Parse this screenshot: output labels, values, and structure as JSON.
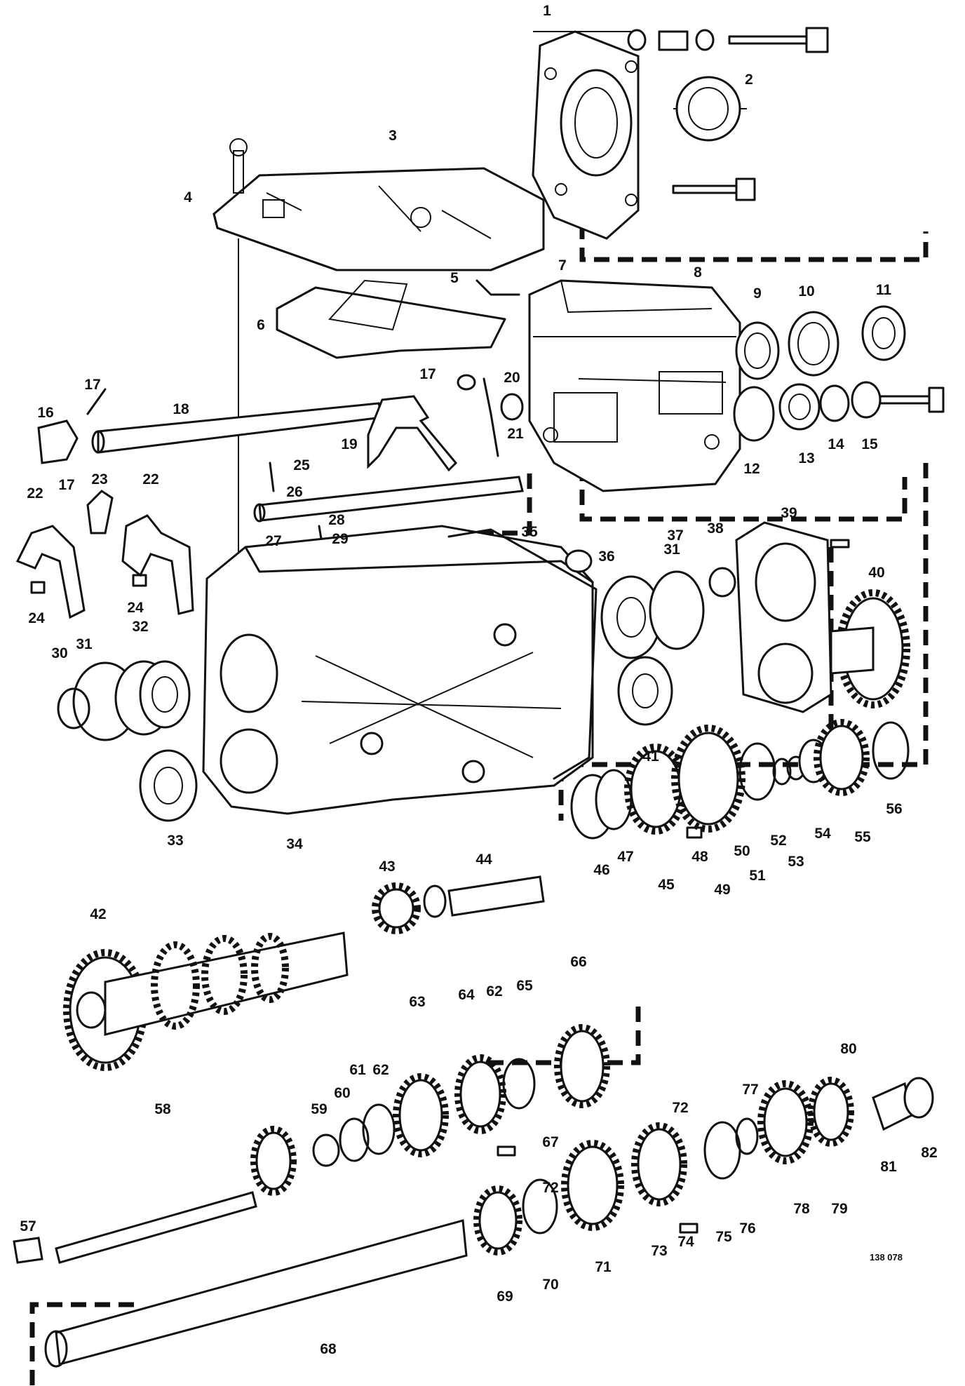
{
  "figure": {
    "reference_code": "138 078",
    "callouts": [
      {
        "id": "1",
        "label": "1"
      },
      {
        "id": "2",
        "label": "2"
      },
      {
        "id": "3",
        "label": "3"
      },
      {
        "id": "4",
        "label": "4"
      },
      {
        "id": "5",
        "label": "5"
      },
      {
        "id": "6",
        "label": "6"
      },
      {
        "id": "7",
        "label": "7"
      },
      {
        "id": "8",
        "label": "8"
      },
      {
        "id": "9",
        "label": "9"
      },
      {
        "id": "10",
        "label": "10"
      },
      {
        "id": "11",
        "label": "11"
      },
      {
        "id": "12",
        "label": "12"
      },
      {
        "id": "13",
        "label": "13"
      },
      {
        "id": "14",
        "label": "14"
      },
      {
        "id": "15",
        "label": "15"
      },
      {
        "id": "16",
        "label": "16"
      },
      {
        "id": "17a",
        "label": "17"
      },
      {
        "id": "17b",
        "label": "17"
      },
      {
        "id": "17c",
        "label": "17"
      },
      {
        "id": "18",
        "label": "18"
      },
      {
        "id": "19",
        "label": "19"
      },
      {
        "id": "20",
        "label": "20"
      },
      {
        "id": "21",
        "label": "21"
      },
      {
        "id": "22a",
        "label": "22"
      },
      {
        "id": "22b",
        "label": "22"
      },
      {
        "id": "23",
        "label": "23"
      },
      {
        "id": "24a",
        "label": "24"
      },
      {
        "id": "24b",
        "label": "24"
      },
      {
        "id": "25",
        "label": "25"
      },
      {
        "id": "26",
        "label": "26"
      },
      {
        "id": "27",
        "label": "27"
      },
      {
        "id": "28",
        "label": "28"
      },
      {
        "id": "29",
        "label": "29"
      },
      {
        "id": "30",
        "label": "30"
      },
      {
        "id": "31a",
        "label": "31"
      },
      {
        "id": "31b",
        "label": "31"
      },
      {
        "id": "32",
        "label": "32"
      },
      {
        "id": "33",
        "label": "33"
      },
      {
        "id": "34",
        "label": "34"
      },
      {
        "id": "35",
        "label": "35"
      },
      {
        "id": "36",
        "label": "36"
      },
      {
        "id": "37",
        "label": "37"
      },
      {
        "id": "38",
        "label": "38"
      },
      {
        "id": "39",
        "label": "39"
      },
      {
        "id": "40",
        "label": "40"
      },
      {
        "id": "41",
        "label": "41"
      },
      {
        "id": "42",
        "label": "42"
      },
      {
        "id": "43",
        "label": "43"
      },
      {
        "id": "44",
        "label": "44"
      },
      {
        "id": "45",
        "label": "45"
      },
      {
        "id": "46",
        "label": "46"
      },
      {
        "id": "47",
        "label": "47"
      },
      {
        "id": "48",
        "label": "48"
      },
      {
        "id": "49",
        "label": "49"
      },
      {
        "id": "50",
        "label": "50"
      },
      {
        "id": "51",
        "label": "51"
      },
      {
        "id": "52",
        "label": "52"
      },
      {
        "id": "53",
        "label": "53"
      },
      {
        "id": "54",
        "label": "54"
      },
      {
        "id": "55",
        "label": "55"
      },
      {
        "id": "56",
        "label": "56"
      },
      {
        "id": "57",
        "label": "57"
      },
      {
        "id": "58",
        "label": "58"
      },
      {
        "id": "59",
        "label": "59"
      },
      {
        "id": "60",
        "label": "60"
      },
      {
        "id": "61",
        "label": "61"
      },
      {
        "id": "62a",
        "label": "62"
      },
      {
        "id": "62b",
        "label": "62"
      },
      {
        "id": "63",
        "label": "63"
      },
      {
        "id": "64",
        "label": "64"
      },
      {
        "id": "65",
        "label": "65"
      },
      {
        "id": "66",
        "label": "66"
      },
      {
        "id": "67",
        "label": "67"
      },
      {
        "id": "68",
        "label": "68"
      },
      {
        "id": "69",
        "label": "69"
      },
      {
        "id": "70",
        "label": "70"
      },
      {
        "id": "71",
        "label": "71"
      },
      {
        "id": "72a",
        "label": "72"
      },
      {
        "id": "72b",
        "label": "72"
      },
      {
        "id": "73",
        "label": "73"
      },
      {
        "id": "74",
        "label": "74"
      },
      {
        "id": "75",
        "label": "75"
      },
      {
        "id": "76",
        "label": "76"
      },
      {
        "id": "77",
        "label": "77"
      },
      {
        "id": "78",
        "label": "78"
      },
      {
        "id": "79",
        "label": "79"
      },
      {
        "id": "80",
        "label": "80"
      },
      {
        "id": "81",
        "label": "81"
      },
      {
        "id": "82",
        "label": "82"
      }
    ]
  }
}
